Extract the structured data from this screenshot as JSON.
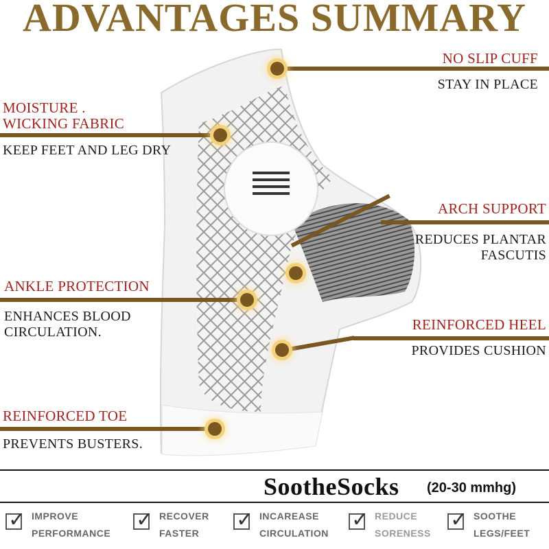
{
  "title": "ADVANTAGES SUMMARY",
  "callouts": [
    {
      "head": [
        "NO SLIP CUFF"
      ],
      "body": [
        "STAY IN PLACE"
      ]
    },
    {
      "head": [
        "MOISTURE .",
        "WICKING FABRIC"
      ],
      "body": [
        "KEEP FEET AND LEG DRY"
      ]
    },
    {
      "head": [
        "ARCH SUPPORT"
      ],
      "body": [
        "REDUCES PLANTAR",
        "FASCUTIS"
      ]
    },
    {
      "head": [
        "ANKLE PROTECTION"
      ],
      "body": [
        "ENHANCES BLOOD",
        "CIRCULATION."
      ]
    },
    {
      "head": [
        "REINFORCED HEEL"
      ],
      "body": [
        "PROVIDES CUSHION"
      ]
    },
    {
      "head": [
        "REINFORCED TOE"
      ],
      "body": [
        "PREVENTS BUSTERS."
      ]
    }
  ],
  "brand": {
    "name": "SootheSocks",
    "pressure": "(20-30 mmhg)"
  },
  "benefits": [
    {
      "line1": "IMPROVE",
      "line2": "PERFORMANCE"
    },
    {
      "line1": "RECOVER",
      "line2": "FASTER"
    },
    {
      "line1": "INCAREASE",
      "line2": "CIRCULATION"
    },
    {
      "line1": "REDUCE",
      "line2": "SORENESS"
    },
    {
      "line1": "SOOTHE",
      "line2": "LEGS/FEET"
    }
  ],
  "colors": {
    "accent_gold": "#8a6a2c",
    "label_red": "#a0221e",
    "bar_brown": "#7a5720"
  }
}
